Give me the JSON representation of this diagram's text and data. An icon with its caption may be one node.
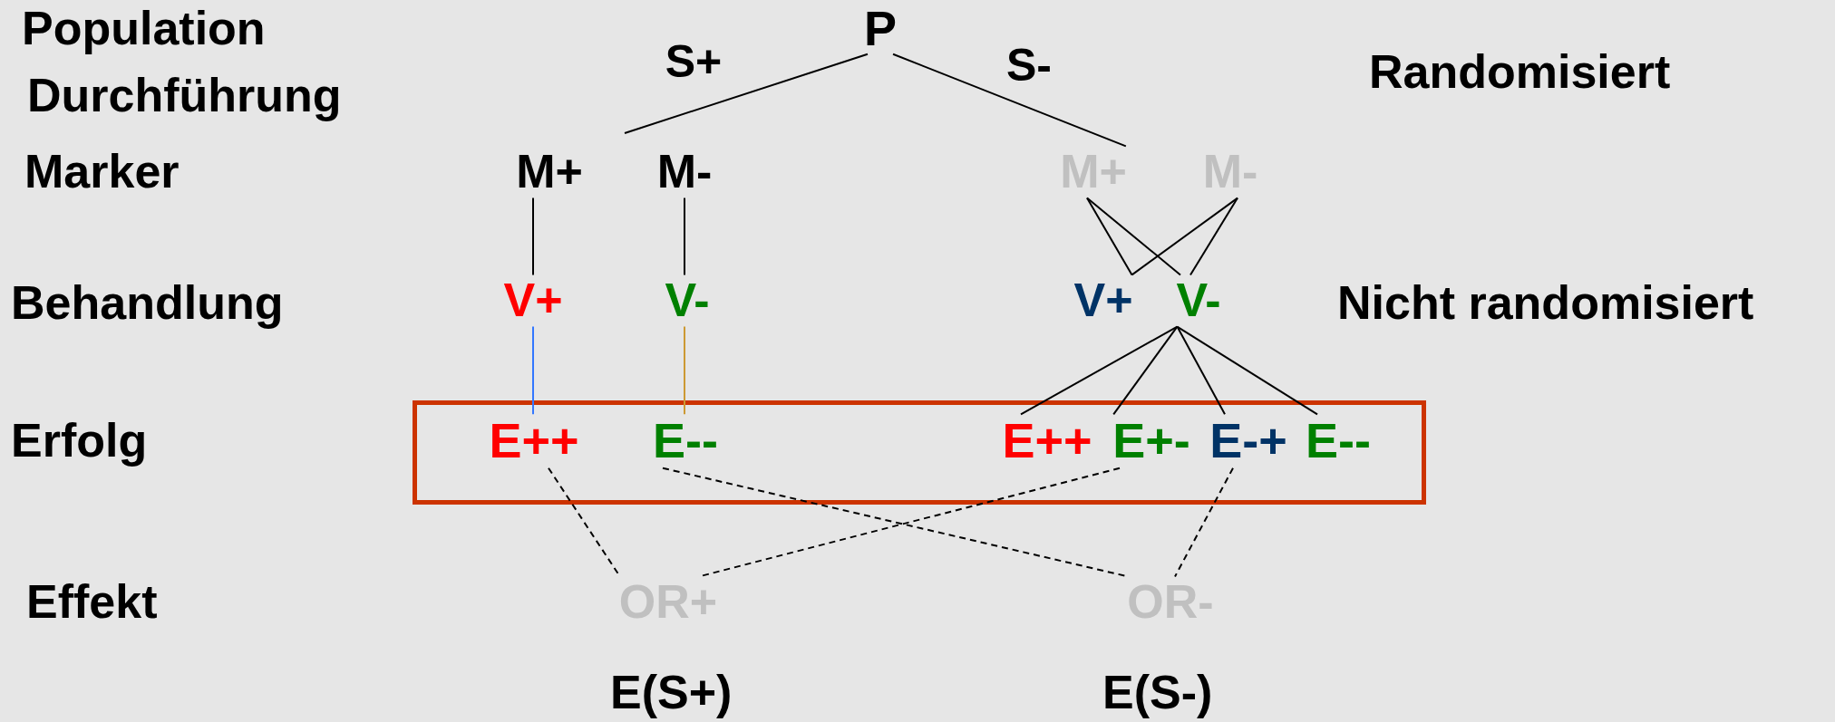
{
  "diagram": {
    "nodes": [
      {
        "text": [
          "P"
        ]
      },
      {
        "text": [
          "M+"
        ]
      },
      {
        "text": [
          "M-"
        ]
      },
      {
        "text": [
          "M+"
        ]
      },
      {
        "text": [
          "M-"
        ]
      },
      {
        "text": [
          "V+"
        ]
      },
      {
        "text": [
          "V-"
        ]
      },
      {
        "text": [
          "V+"
        ]
      },
      {
        "text": [
          "V-"
        ]
      },
      {
        "text": [],
        "shape": "box"
      },
      {
        "text": [
          "E++"
        ],
        "in": 9
      },
      {
        "text": [
          "E--"
        ],
        "in": 9
      },
      {
        "text": [
          "E++"
        ],
        "in": 9
      },
      {
        "text": [
          "E+-"
        ],
        "in": 9
      },
      {
        "text": [
          "E-+"
        ],
        "in": 9
      },
      {
        "text": [
          "E--"
        ],
        "in": 9
      },
      {
        "text": [
          "OR+"
        ]
      },
      {
        "text": [
          "OR-"
        ]
      }
    ],
    "edges": [
      {
        "from": 0,
        "to": null,
        "arrow": "none",
        "label": "S+"
      },
      {
        "from": 0,
        "to": 3,
        "arrow": "none",
        "label": "S-"
      },
      {
        "from": 1,
        "to": 5,
        "arrow": "none"
      },
      {
        "from": 2,
        "to": 6,
        "arrow": "none"
      },
      {
        "from": 3,
        "to": 7,
        "arrow": "none"
      },
      {
        "from": 3,
        "to": 8,
        "arrow": "none"
      },
      {
        "from": 4,
        "to": 7,
        "arrow": "none"
      },
      {
        "from": 4,
        "to": 8,
        "arrow": "none"
      },
      {
        "from": 5,
        "to": 10,
        "arrow": "none",
        "color": "#3377ff"
      },
      {
        "from": 6,
        "to": 11,
        "arrow": "none",
        "color": "#cc9933"
      },
      {
        "from": 8,
        "to": 12,
        "arrow": "none"
      },
      {
        "from": 8,
        "to": 13,
        "arrow": "none"
      },
      {
        "from": 8,
        "to": 14,
        "arrow": "none"
      },
      {
        "from": 8,
        "to": 15,
        "arrow": "none"
      },
      {
        "from": 10,
        "to": 16,
        "arrow": "none",
        "style": "dashed"
      },
      {
        "from": 11,
        "to": 17,
        "arrow": "none",
        "style": "dashed"
      },
      {
        "from": 13,
        "to": 16,
        "arrow": "none",
        "style": "dashed"
      },
      {
        "from": 14,
        "to": 17,
        "arrow": "none",
        "style": "dashed"
      }
    ],
    "labels": [
      "Population",
      "Durchführung",
      "Randomisiert",
      "Marker",
      "Behandlung",
      "Nicht randomisiert",
      "Erfolg",
      "Effekt",
      "E(S+)",
      "E(S-)"
    ]
  }
}
